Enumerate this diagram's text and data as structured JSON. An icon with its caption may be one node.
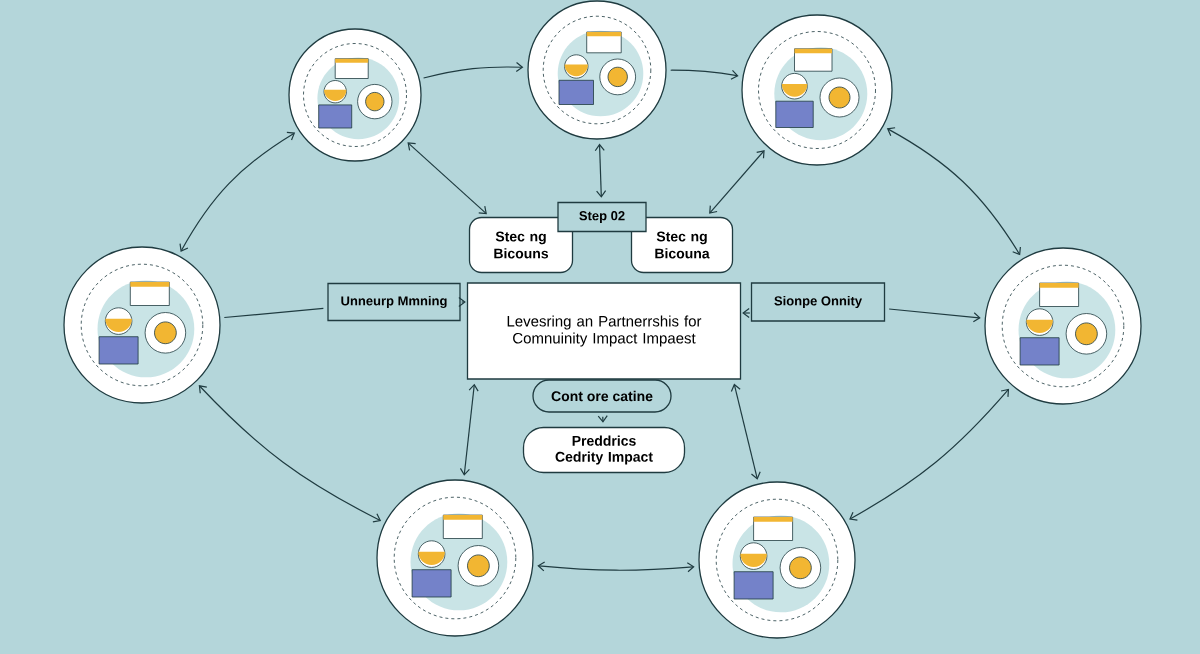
{
  "diagram": {
    "nodes": [
      {
        "text": [],
        "shape": "picture"
      },
      {
        "text": [],
        "shape": "picture"
      },
      {
        "text": [],
        "shape": "picture"
      },
      {
        "text": [],
        "shape": "picture"
      },
      {
        "text": [],
        "shape": "picture"
      },
      {
        "text": [],
        "shape": "picture"
      },
      {
        "text": [],
        "shape": "picture"
      },
      {
        "text": [
          "Step 02"
        ]
      },
      {
        "text": [
          "Stec ng Bicouns"
        ]
      },
      {
        "text": [
          "Stec ng Bicouna"
        ]
      },
      {
        "text": [
          "Unneurp Mmning"
        ]
      },
      {
        "text": [
          "Levesring an Partnerrshis for Comnuinity Impact Impaest"
        ]
      },
      {
        "text": [
          "Sionpe Onnity"
        ]
      },
      {
        "text": [
          "Cont ore catine"
        ]
      },
      {
        "text": [
          "Preddrics Cedrity Impact"
        ]
      }
    ],
    "edges": [
      {
        "from": 0,
        "to": 1,
        "arrow": "to"
      },
      {
        "from": 1,
        "to": 2,
        "arrow": "to"
      },
      {
        "from": 3,
        "to": 0,
        "arrow": "both"
      },
      {
        "from": 0,
        "to": 8,
        "arrow": "both"
      },
      {
        "from": 1,
        "to": 7,
        "arrow": "both"
      },
      {
        "from": 2,
        "to": 9,
        "arrow": "both"
      },
      {
        "from": 2,
        "to": 4,
        "arrow": "both"
      },
      {
        "from": 3,
        "to": 10,
        "arrow": "none"
      },
      {
        "from": 10,
        "to": 11,
        "arrow": "to"
      },
      {
        "from": 12,
        "to": 11,
        "arrow": "to"
      },
      {
        "from": 12,
        "to": 4,
        "arrow": "to"
      },
      {
        "from": 13,
        "to": 14,
        "arrow": "to"
      },
      {
        "from": 3,
        "to": 5,
        "arrow": "both"
      },
      {
        "from": 5,
        "to": 11,
        "arrow": "both"
      },
      {
        "from": 11,
        "to": 6,
        "arrow": "both"
      },
      {
        "from": 5,
        "to": 6,
        "arrow": "both"
      },
      {
        "from": 6,
        "to": 4,
        "arrow": "both"
      }
    ]
  }
}
